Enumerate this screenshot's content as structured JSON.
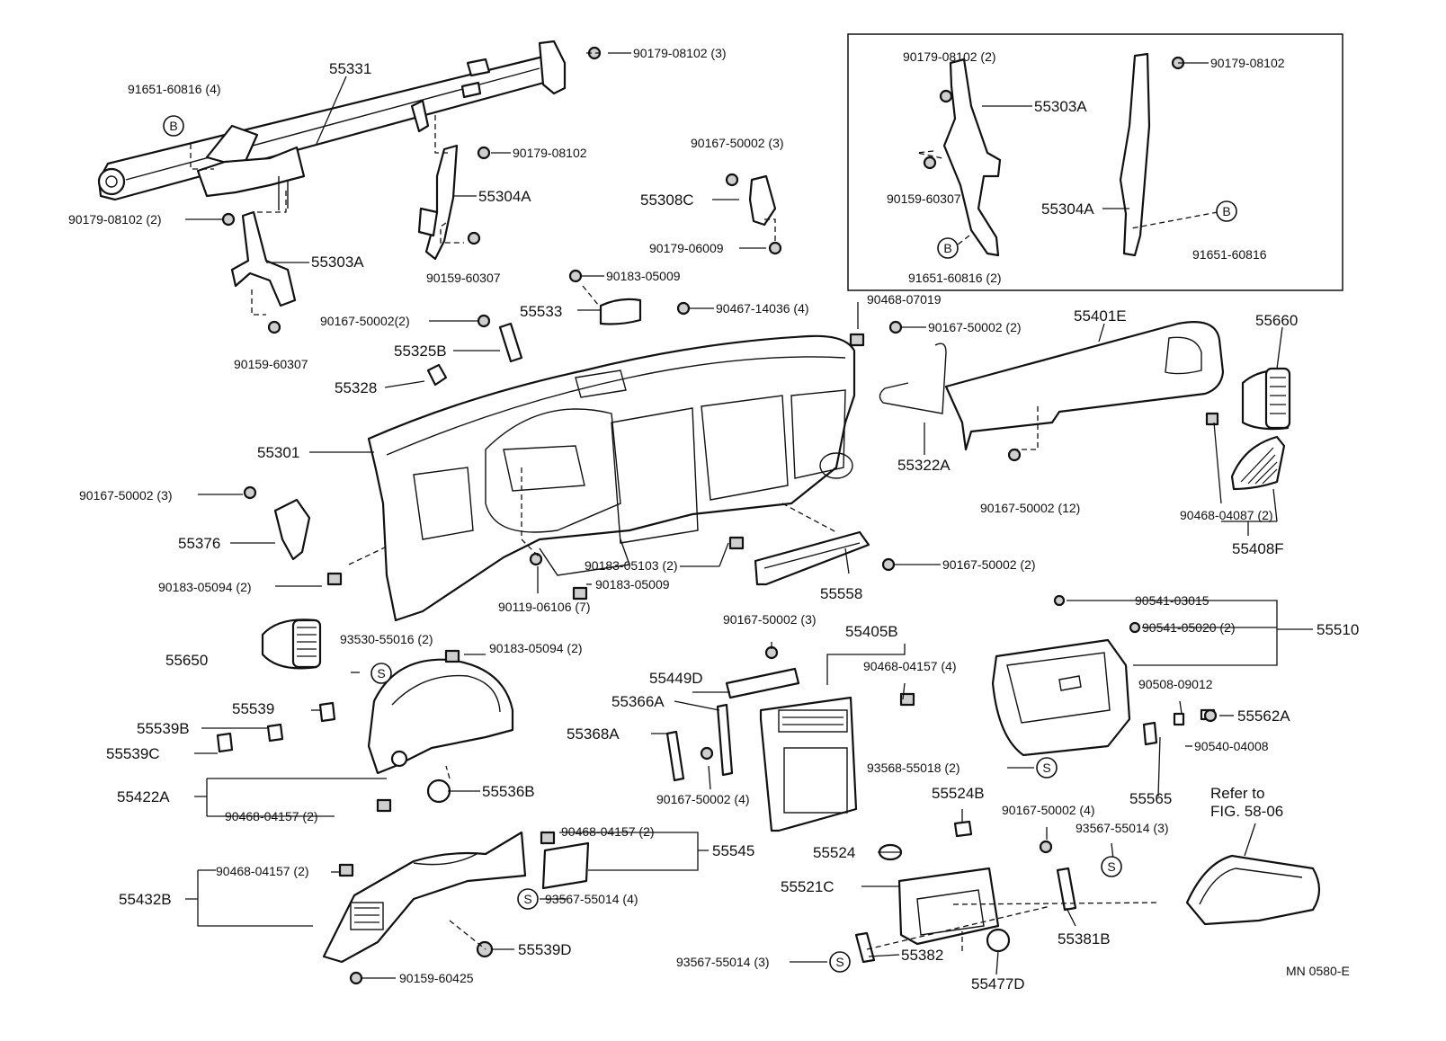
{
  "diagram": {
    "code": "MN 0580-E",
    "refer_line1": "Refer to",
    "refer_line2": "FIG. 58-06",
    "symbol_b": "B",
    "symbol_s": "S",
    "labels": {
      "p55331": "55331",
      "p90179_08102_3": "90179-08102 (3)",
      "p91651_60816_4": "91651-60816 (4)",
      "p90179_08102_mid": "90179-08102",
      "p55304A_left": "55304A",
      "p90179_08102_2_left": "90179-08102 (2)",
      "p55303A_left": "55303A",
      "p90159_60307_mid": "90159-60307",
      "p90159_60307_left": "90159-60307",
      "p90167_50002_3_top": "90167-50002 (3)",
      "p55308C": "55308C",
      "p90179_06009": "90179-06009",
      "p90179_08102_2_box": "90179-08102 (2)",
      "p90179_08102_box": "90179-08102",
      "p55303A_box": "55303A",
      "p90159_60307_box": "90159-60307",
      "p55304A_box": "55304A",
      "p91651_60816_2_box": "91651-60816 (2)",
      "p91651_60816_box": "91651-60816",
      "p90183_05009_top": "90183-05009",
      "p55533": "55533",
      "p90467_14036": "90467-14036 (4)",
      "p90468_07019": "90468-07019",
      "p90167_50002_2_mid": "90167-50002 (2)",
      "p55401E": "55401E",
      "p55660": "55660",
      "p90167_50002_2_left": "90167-50002(2)",
      "p55325B": "55325B",
      "p55328": "55328",
      "p55301": "55301",
      "p55322A": "55322A",
      "p90167_50002_12": "90167-50002 (12)",
      "p90468_04087": "90468-04087 (2)",
      "p55408F": "55408F",
      "p90167_50002_3_left": "90167-50002 (3)",
      "p55376": "55376",
      "p90183_05094_2_left": "90183-05094 (2)",
      "p90183_05103": "90183-05103 (2)",
      "p90183_05009_low": "90183-05009",
      "p90119_06106": "90119-06106 (7)",
      "p90167_50002_2_right": "90167-50002 (2)",
      "p55558": "55558",
      "p90541_03015": "90541-03015",
      "p90541_05020": "90541-05020 (2)",
      "p55510": "55510",
      "p90167_50002_3_center": "90167-50002 (3)",
      "p55405B": "55405B",
      "p55650": "55650",
      "p93530_55016": "93530-55016 (2)",
      "p90183_05094_2_center": "90183-05094 (2)",
      "p55449D": "55449D",
      "p90468_04157_4": "90468-04157 (4)",
      "p90508_09012": "90508-09012",
      "p55562A": "55562A",
      "p90540_04008": "90540-04008",
      "p55539": "55539",
      "p55539B": "55539B",
      "p55539C": "55539C",
      "p55366A": "55366A",
      "p55368A": "55368A",
      "p93568_55018": "93568-55018 (2)",
      "p55422A": "55422A",
      "p55536B": "55536B",
      "p90468_04157_2_a": "90468-04157 (2)",
      "p90167_50002_4_left": "90167-50002 (4)",
      "p55524B": "55524B",
      "p55565": "55565",
      "p90167_50002_4_right": "90167-50002 (4)",
      "p93567_55014_3_right": "93567-55014 (3)",
      "p90468_04157_2_b": "90468-04157 (2)",
      "p55545": "55545",
      "p55524": "55524",
      "p90468_04157_2_c": "90468-04157 (2)",
      "p55432B": "55432B",
      "p93567_55014_4": "93567-55014 (4)",
      "p55521C": "55521C",
      "p55381B": "55381B",
      "p55539D": "55539D",
      "p93567_55014_3_left": "93567-55014 (3)",
      "p55382": "55382",
      "p90159_60425": "90159-60425",
      "p55477D": "55477D"
    }
  }
}
